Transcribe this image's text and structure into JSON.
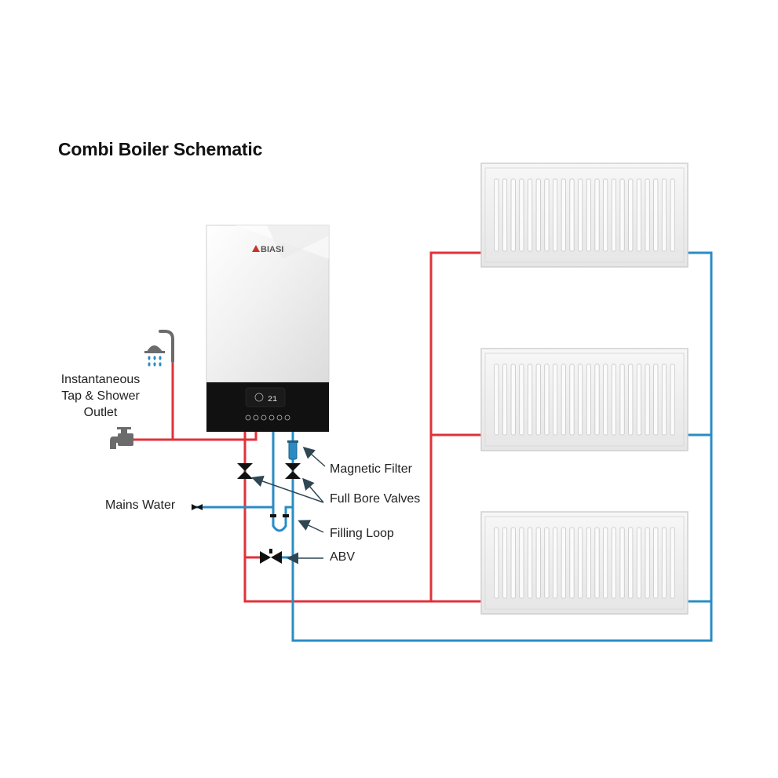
{
  "title": "Combi Boiler Schematic",
  "boiler": {
    "brand": "BIASI",
    "display_reading": "21"
  },
  "labels": {
    "outlet": [
      "Instantaneous",
      "Tap & Shower",
      "Outlet"
    ],
    "mains_water": "Mains Water",
    "magnetic_filter": "Magnetic Filter",
    "full_bore_valves": "Full Bore Valves",
    "filling_loop": "Filling Loop",
    "abv": "ABV"
  },
  "radiators": [
    {
      "id": "radiator-top"
    },
    {
      "id": "radiator-middle"
    },
    {
      "id": "radiator-bottom"
    }
  ],
  "colors": {
    "flow_hot": "#e0323a",
    "return_cold": "#2b8cc4",
    "arrow": "#2f4653",
    "boiler_body": "#f3f3f3",
    "boiler_panel": "#111111",
    "icon_grey": "#6b6b6b"
  }
}
